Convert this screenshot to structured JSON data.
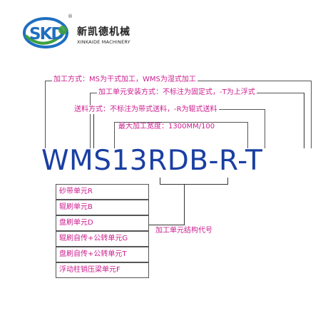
{
  "brand": {
    "name_cn": "新凯德机械",
    "name_en": "XINKAIDE MACHINERY",
    "logo_letters": "SKD",
    "registered_mark": "®",
    "colors": {
      "blue": "#1f6fc0",
      "green": "#3fa03f"
    }
  },
  "model_code": "WMS13RDB-R-T",
  "descriptions": {
    "processing_method": "加工方式：MS为干式加工，WMS为湿式加工",
    "unit_installation": "加工单元安装方式：不标注为固定式，-T为上浮式",
    "feeding_method": "送料方式：不标注为带式送料，-R为辊式送料",
    "max_width": "最大加工宽度：1300MM/100",
    "unit_structure_code": "加工单元结构代号"
  },
  "units": [
    {
      "label": "砂带单元R"
    },
    {
      "label": "辊刷单元B"
    },
    {
      "label": "盘刷单元D"
    },
    {
      "label": "辊刷自传+公转单元G"
    },
    {
      "label": "盘刷自传+公转单元T"
    },
    {
      "label": "浮动柱销压梁单元F"
    }
  ],
  "colors": {
    "label_text": "#cc1e8f",
    "model_text": "#1a3fa3",
    "lines": "#333333"
  }
}
